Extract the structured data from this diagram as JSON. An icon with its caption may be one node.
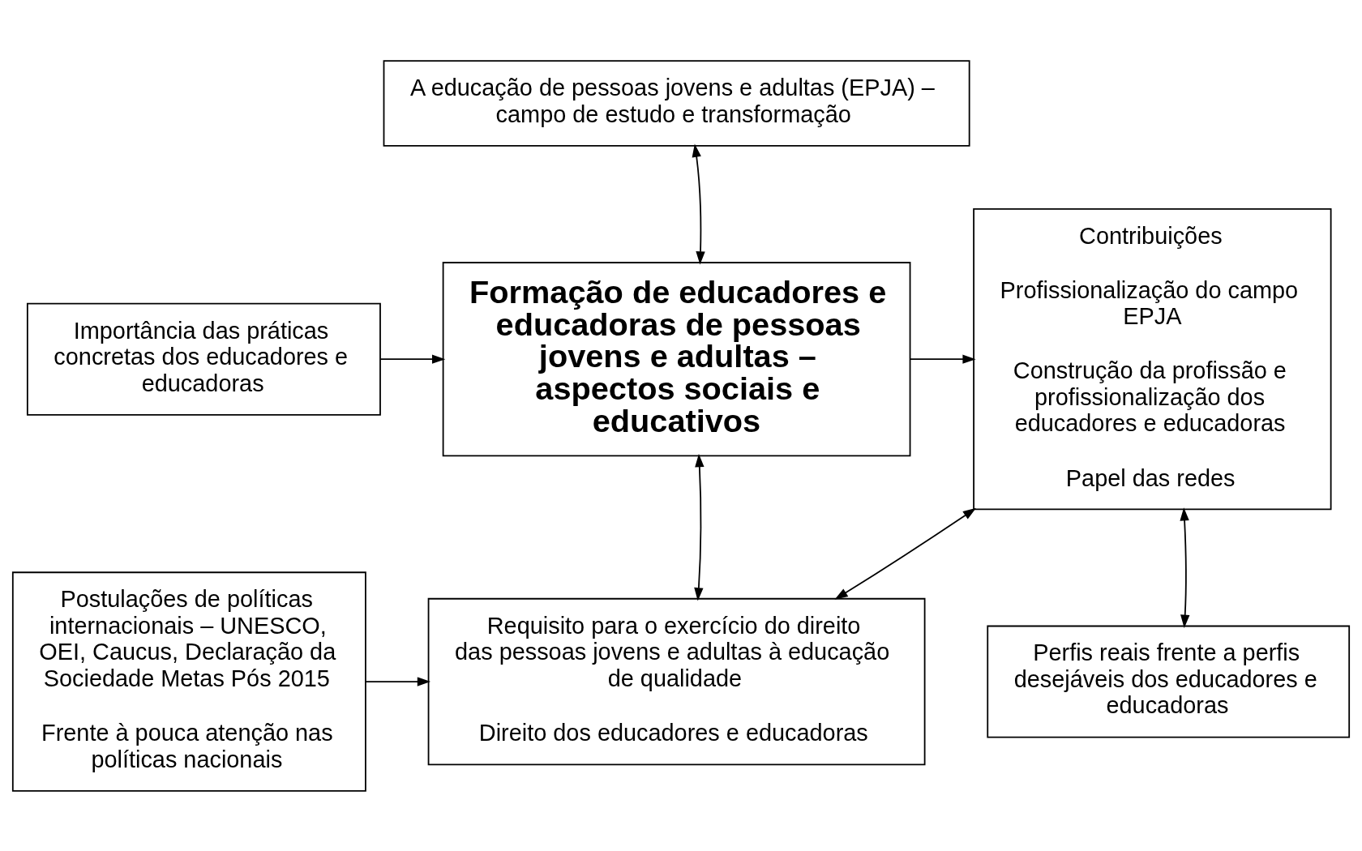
{
  "diagram": {
    "nodes": [
      {
        "text": [
          "A educação de pessoas jovens e adultas (EPJA) – campo de estudo e transformação"
        ]
      },
      {
        "text": [
          "Importância das práticas concretas dos educadores e educadoras"
        ]
      },
      {
        "text": [
          "Formação de educadores e educadoras de pessoas jovens e adultas – aspectos sociais e educativos"
        ]
      },
      {
        "text": [
          "Contribuições",
          "Profissionalização do campo EPJA",
          "Construção da profissão e profissionalização dos educadores e educadoras",
          "Papel das redes"
        ]
      },
      {
        "text": [
          "Postulações de políticas internacionais – UNESCO, OEI, Caucus, Declaração da Sociedade Metas Pós 2015",
          "Frente à pouca atenção nas políticas nacionais"
        ]
      },
      {
        "text": [
          "Requisito para o exercício do direito das pessoas jovens e adultas à educação de qualidade",
          "Direito dos educadores e educadoras"
        ]
      },
      {
        "text": [
          "Perfis reais frente a perfis desejáveis dos educadores e educadoras"
        ]
      }
    ],
    "edges": [
      {
        "from": 0,
        "to": 2,
        "arrow": "both"
      },
      {
        "from": 1,
        "to": 2,
        "arrow": "to"
      },
      {
        "from": 2,
        "to": 3,
        "arrow": "to"
      },
      {
        "from": 2,
        "to": 5,
        "arrow": "both"
      },
      {
        "from": 4,
        "to": 5,
        "arrow": "to"
      },
      {
        "from": 5,
        "to": 3,
        "arrow": "both"
      },
      {
        "from": 3,
        "to": 6,
        "arrow": "both"
      }
    ]
  }
}
